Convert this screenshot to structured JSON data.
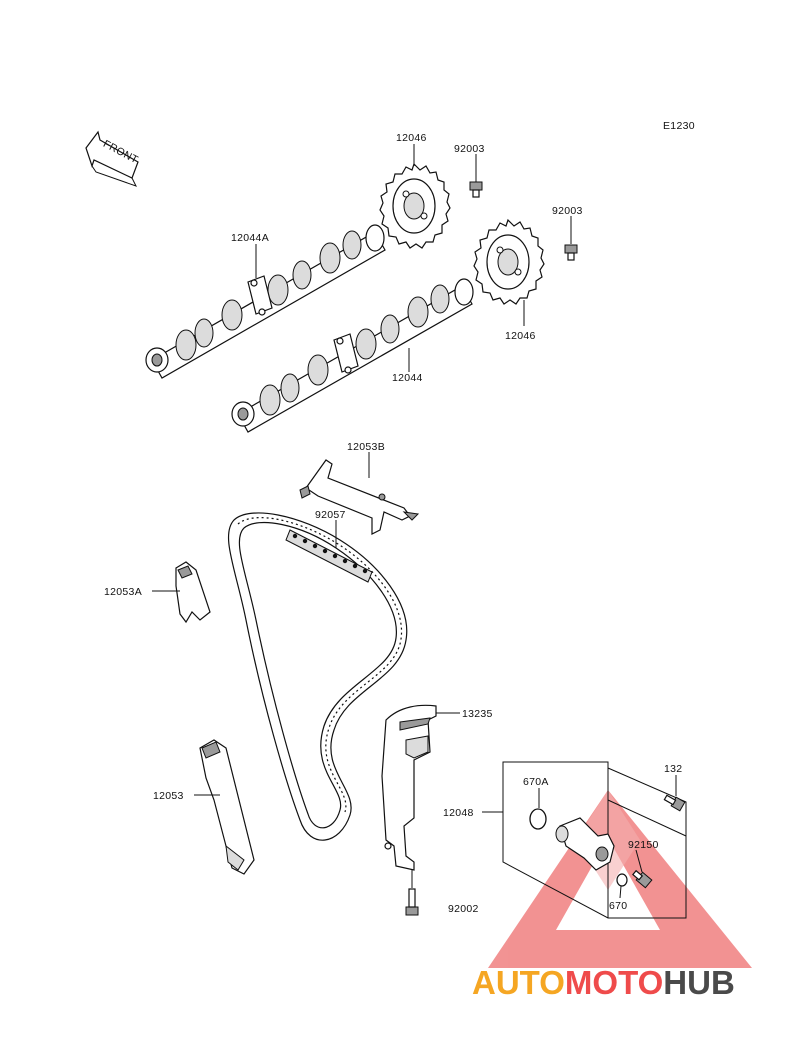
{
  "diagram_code": "E1230",
  "front_label": "FRONT",
  "parts": {
    "sprocket_upper": "12046",
    "bolt_upper": "92003",
    "bolt_lower": "92003",
    "camshaft_upper": "12044A",
    "sprocket_lower": "12046",
    "camshaft_lower": "12044",
    "guide_top": "12053B",
    "chain": "92057",
    "guide_left_upper": "12053A",
    "tensioner_guide": "13235",
    "guide_left_lower": "12053",
    "tensioner_assy": "12048",
    "oring_large": "670A",
    "bolt_132": "132",
    "bolt_92150": "92150",
    "oring_small": "670",
    "bolt_92002": "92002"
  },
  "watermark": {
    "part1": "AUTO",
    "part2": "MOTO",
    "part3": "HUB",
    "colors": {
      "orange": "#f5a623",
      "red": "#ef4b4b",
      "gray": "#4a4a4a"
    }
  }
}
